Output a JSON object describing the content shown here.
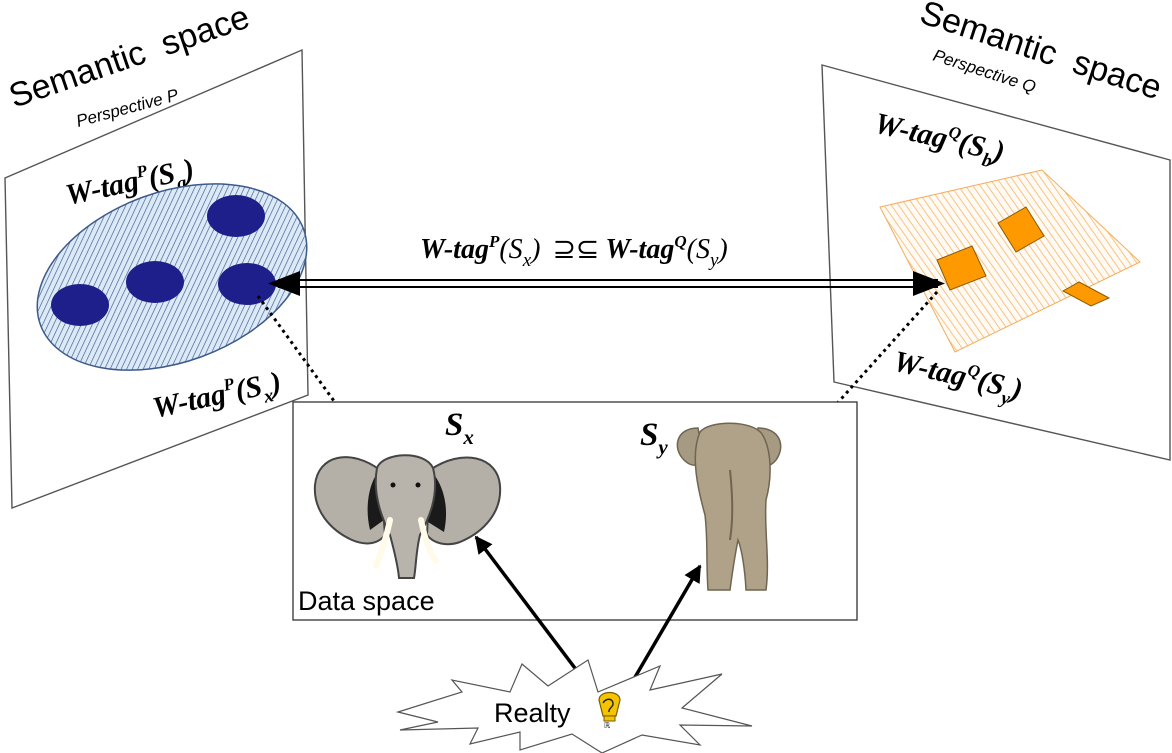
{
  "left_panel": {
    "title": "Semantic  space",
    "perspective": "Perspective P",
    "set_label": {
      "main": "W-tag",
      "sup": "P",
      "open": "(S",
      "sub": "a",
      "close": ")"
    },
    "item_label": {
      "main": "W-tag",
      "sup": "P",
      "open": "(S",
      "sub": "x",
      "close": ")"
    }
  },
  "right_panel": {
    "title": "Semantic  space",
    "perspective": "Perspective Q",
    "set_label": {
      "main": "W-tag",
      "sup": "Q",
      "open": "(S",
      "sub": "b",
      "close": ")"
    },
    "item_label": {
      "main": "W-tag",
      "sup": "Q",
      "open": "(S",
      "sub": "y",
      "close": ")"
    }
  },
  "center_relation": {
    "left": {
      "main": "W-tag",
      "sup": "P",
      "open": "(S",
      "sub": "x",
      "close": ")"
    },
    "operator": "⊇⊆",
    "right": {
      "main": "W-tag",
      "sup": "Q",
      "open": "(S",
      "sub": "y",
      "close": ")"
    }
  },
  "data_space": {
    "label": "Data space",
    "object_x": {
      "main": "S",
      "sub": "x"
    },
    "object_y": {
      "main": "S",
      "sub": "y"
    }
  },
  "reality": {
    "label": "Realty"
  },
  "colors": {
    "ellipse_fill": "#dce9f6",
    "ellipse_stroke": "#3c5a8c",
    "dot_fill": "#1f1f8c",
    "square_fill": "#ff9900",
    "hatch_orange": "#f7b56a",
    "elephant_grey": "#b4b0a8",
    "elephant_tan": "#b0a289",
    "bulb_yellow": "#f5c400"
  }
}
